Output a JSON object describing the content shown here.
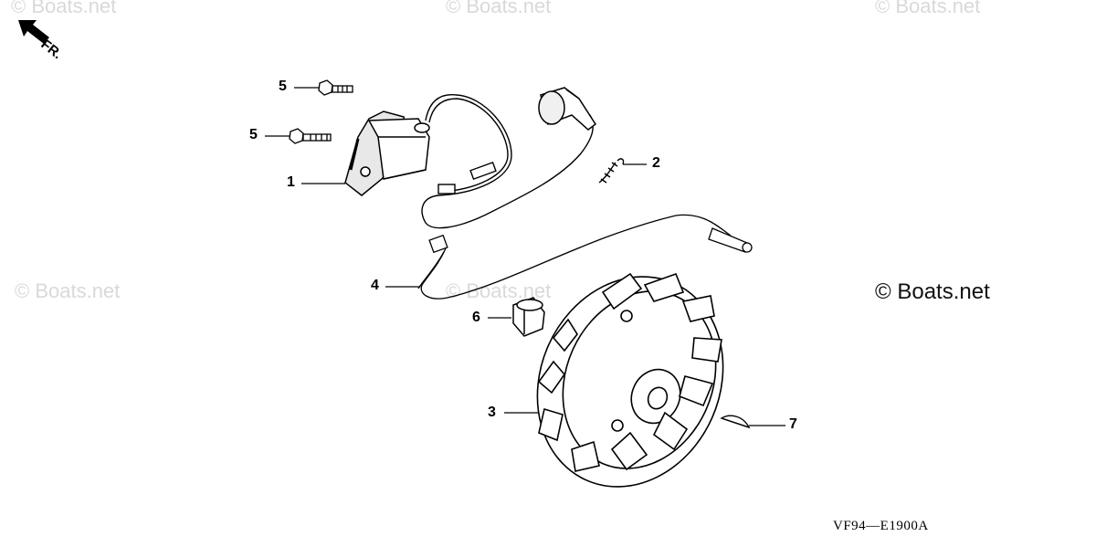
{
  "watermarks": {
    "top_left": "© Boats.net",
    "top_mid": "© Boats.net",
    "top_right": "© Boats.net",
    "mid_left": "© Boats.net",
    "mid_center": "© Boats.net"
  },
  "copyright": "© Boats.net",
  "front_indicator": {
    "label": "FR.",
    "icon": "front-arrow-icon"
  },
  "callouts": [
    "1",
    "2",
    "3",
    "4",
    "5",
    "5",
    "6",
    "7"
  ],
  "diagram_code": "VF94—E1900A",
  "parts": [
    {
      "callout": "1",
      "icon": "ignition-coil-icon"
    },
    {
      "callout": "2",
      "icon": "spring-clip-icon"
    },
    {
      "callout": "3",
      "icon": "flywheel-icon"
    },
    {
      "callout": "4",
      "icon": "ignition-wire-icon"
    },
    {
      "callout": "5",
      "icon": "bolt-icon"
    },
    {
      "callout": "6",
      "icon": "nut-icon"
    },
    {
      "callout": "7",
      "icon": "woodruff-key-icon"
    }
  ]
}
